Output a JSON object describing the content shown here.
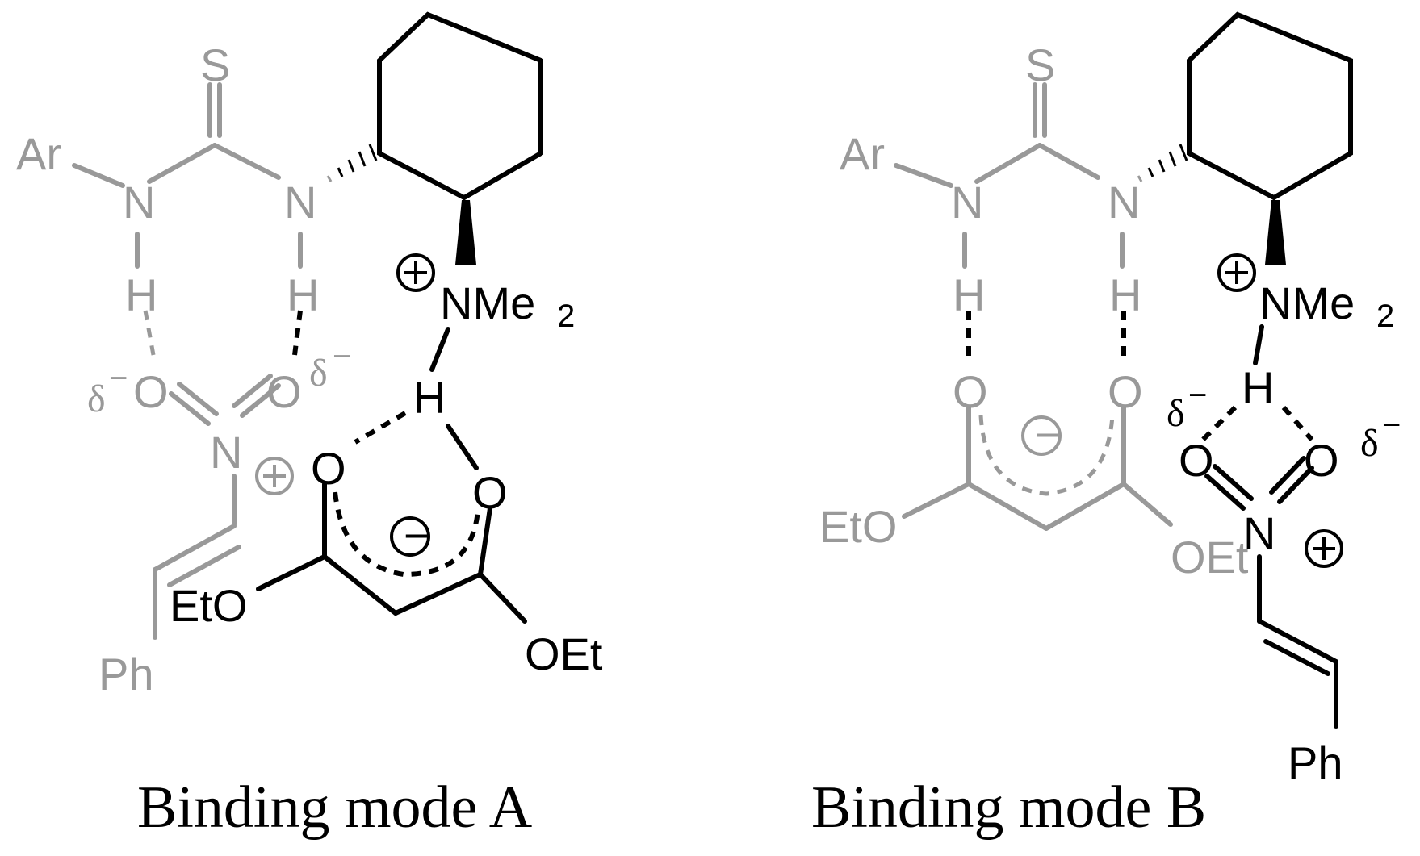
{
  "panels": [
    {
      "caption": "Binding mode A",
      "labels": {
        "S": "S",
        "Ar": "Ar",
        "N1": "N",
        "N2": "N",
        "H1": "H",
        "H2": "H",
        "NMe": "NMe",
        "sub2": "2",
        "Hb": "H",
        "O1": "O",
        "O2": "O",
        "Nn": "N",
        "Ph": "Ph",
        "Om1": "O",
        "Om2": "O",
        "EtO": "EtO",
        "OEt": "OEt",
        "delta1": "δ",
        "delta2": "δ",
        "minus": "−"
      }
    },
    {
      "caption": "Binding mode B",
      "labels": {
        "S": "S",
        "Ar": "Ar",
        "N1": "N",
        "N2": "N",
        "H1": "H",
        "H2": "H",
        "NMe": "NMe",
        "sub2": "2",
        "Hb": "H",
        "O1": "O",
        "O2": "O",
        "EtO": "EtO",
        "OEt": "OEt",
        "On1": "O",
        "On2": "O",
        "Nn": "N",
        "Ph": "Ph",
        "delta1": "δ",
        "delta2": "δ",
        "minus": "−"
      }
    }
  ]
}
